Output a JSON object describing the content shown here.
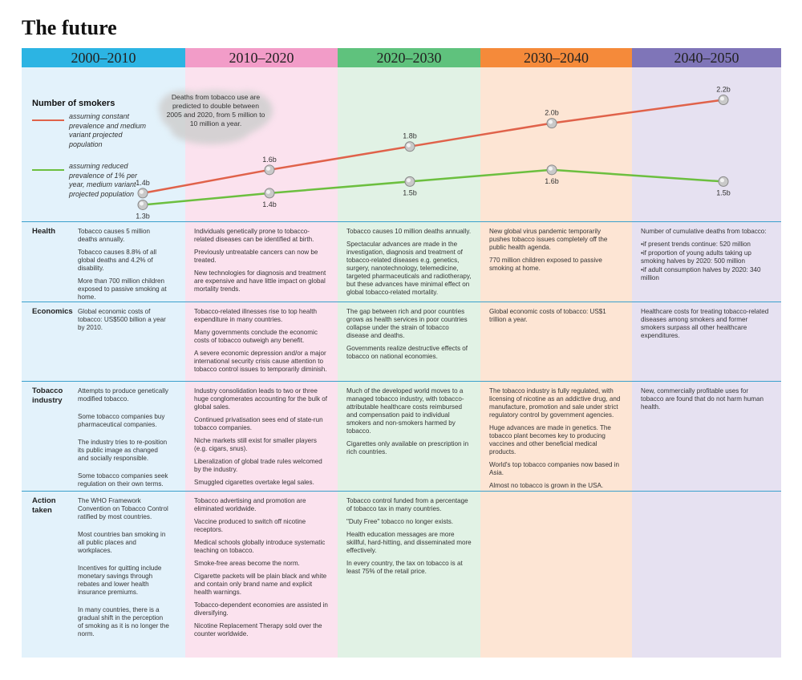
{
  "title": "The future",
  "columns": [
    {
      "label": "2000–2010",
      "head": "#2cb4e3",
      "bg": "#e3f2fb"
    },
    {
      "label": "2010–2020",
      "head": "#f29cc8",
      "bg": "#fbe2ee"
    },
    {
      "label": "2020–2030",
      "head": "#5fc27d",
      "bg": "#e1f2e5"
    },
    {
      "label": "2030–2040",
      "head": "#f58a3a",
      "bg": "#fde5d4"
    },
    {
      "label": "2040–2050",
      "head": "#7f75b8",
      "bg": "#e6e1f1"
    }
  ],
  "callout": "Deaths from tobacco use are predicted to double between 2005 and 2020, from 5 million to 10 million a year.",
  "chart_data": {
    "type": "line",
    "title": "Number of smokers",
    "x": [
      "2000–2010",
      "2010–2020",
      "2020–2030",
      "2030–2040",
      "2040–2050"
    ],
    "ylim": [
      1.2,
      2.3
    ],
    "series": [
      {
        "name": "assuming constant prevalence and medium variant projected population",
        "color": "#e0624a",
        "values": [
          1.4,
          1.6,
          1.8,
          2.0,
          2.2
        ],
        "labels": [
          "1.4b",
          "1.6b",
          "1.8b",
          "2.0b",
          "2.2b"
        ]
      },
      {
        "name": "assuming reduced prevalence of 1% per year, medium variant projected population",
        "color": "#6cbf3f",
        "values": [
          1.3,
          1.4,
          1.5,
          1.6,
          1.5
        ],
        "labels": [
          "1.3b",
          "1.4b",
          "1.5b",
          "1.6b",
          "1.5b"
        ]
      }
    ]
  },
  "rows": [
    {
      "label": "Health",
      "cells": [
        [
          "Tobacco causes 5 million deaths annually.",
          "Tobacco causes 8.8% of all global deaths and 4.2% of disability.",
          "More than 700 million children exposed to passive smoking at home."
        ],
        [
          "Individuals genetically prone to tobacco-related diseases can be identified at birth.",
          "Previously untreatable cancers can now be treated.",
          "New technologies for diagnosis and treatment are expensive and have little impact on global mortality trends."
        ],
        [
          "Tobacco causes 10 million deaths annually.",
          "Spectacular advances are made in the investigation, diagnosis and treatment of tobacco-related diseases e.g. genetics, surgery, nanotechnology, telemedicine, targeted pharmaceuticals and radiotherapy, but these advances have minimal effect on global tobacco-related mortality."
        ],
        [
          "New global virus pandemic temporarily pushes tobacco issues completely off the public health agenda.",
          "770 million children exposed to passive smoking at home."
        ],
        []
      ],
      "last": {
        "intro": "Number of cumulative deaths from tobacco:",
        "bullets": [
          "if present trends continue: 520 million",
          "if proportion of young adults taking up smoking halves by 2020: 500 million",
          "if adult consumption halves by 2020: 340 million"
        ]
      }
    },
    {
      "label": "Economics",
      "cells": [
        [
          "Global economic costs of tobacco: US$500 billion a year by 2010."
        ],
        [
          "Tobacco-related illnesses rise to top health expenditure in many countries.",
          "Many governments conclude the economic costs of tobacco outweigh any benefit.",
          "A severe economic depression and/or a major international security crisis cause attention to tobacco control issues to temporarily diminish."
        ],
        [
          "The gap between rich and poor countries grows as health services in poor countries collapse under the strain of tobacco disease and deaths.",
          "Governments realize destructive effects of tobacco on national economies."
        ],
        [
          "Global economic costs of tobacco: US$1 trillion a year."
        ],
        [
          "Healthcare costs for treating tobacco-related diseases among smokers and former smokers surpass all other healthcare expenditures."
        ]
      ]
    },
    {
      "label": "Tobacco industry",
      "cells": [
        [
          "Attempts to produce genetically modified tobacco.",
          "Some tobacco companies buy pharmaceutical companies.",
          "The industry tries to re-position its public image as changed and socially responsible.",
          "Some tobacco companies seek regulation on their own terms."
        ],
        [
          "Industry consolidation leads to two or three huge conglomerates accounting for the bulk of global sales.",
          "Continued privatisation sees end of state-run tobacco companies.",
          "Niche markets still exist for smaller players (e.g. cigars, snus).",
          "Liberalization of global trade rules welcomed by the industry.",
          "Smuggled cigarettes overtake legal sales."
        ],
        [
          "Much of the developed world moves to a managed tobacco industry, with tobacco-attributable healthcare costs reimbursed and compensation paid to individual smokers and non-smokers harmed by tobacco.",
          "Cigarettes only available on prescription in rich countries."
        ],
        [
          "The tobacco industry is fully regulated, with licensing of nicotine as an addictive drug, and manufacture, promotion and sale under strict regulatory control by government agencies.",
          "Huge advances are made in genetics. The tobacco plant becomes key to producing vaccines and other beneficial medical products.",
          "World's top tobacco companies now based in Asia.",
          "Almost no tobacco is grown in the USA."
        ],
        [
          "New, commercially profitable uses for tobacco are found that do not harm human health."
        ]
      ]
    },
    {
      "label": "Action taken",
      "cells": [
        [
          "The WHO Framework Convention on Tobacco Control ratified by most countries.",
          "Most countries ban smoking in all public places and workplaces.",
          "Incentives for quitting include monetary savings through rebates and lower health insurance premiums.",
          "In many countries, there is a gradual shift in the perception of smoking as it is no longer the norm."
        ],
        [
          "Tobacco advertising and promotion are eliminated worldwide.",
          "Vaccine produced to switch off nicotine receptors.",
          "Medical schools globally introduce systematic teaching on tobacco.",
          "Smoke-free areas become the norm.",
          "Cigarette packets will be plain black and white and contain only brand name and explicit health warnings.",
          "Tobacco-dependent economies are assisted in diversifying.",
          "Nicotine Replacement Therapy sold over the counter worldwide."
        ],
        [
          "Tobacco control funded from a percentage of tobacco tax in many countries.",
          "\"Duty Free\" tobacco no longer exists.",
          "Health education messages are more skillful, hard-hitting, and disseminated more effectively.",
          "In every country, the tax on tobacco is at least 75% of the retail price."
        ],
        [],
        []
      ]
    }
  ]
}
